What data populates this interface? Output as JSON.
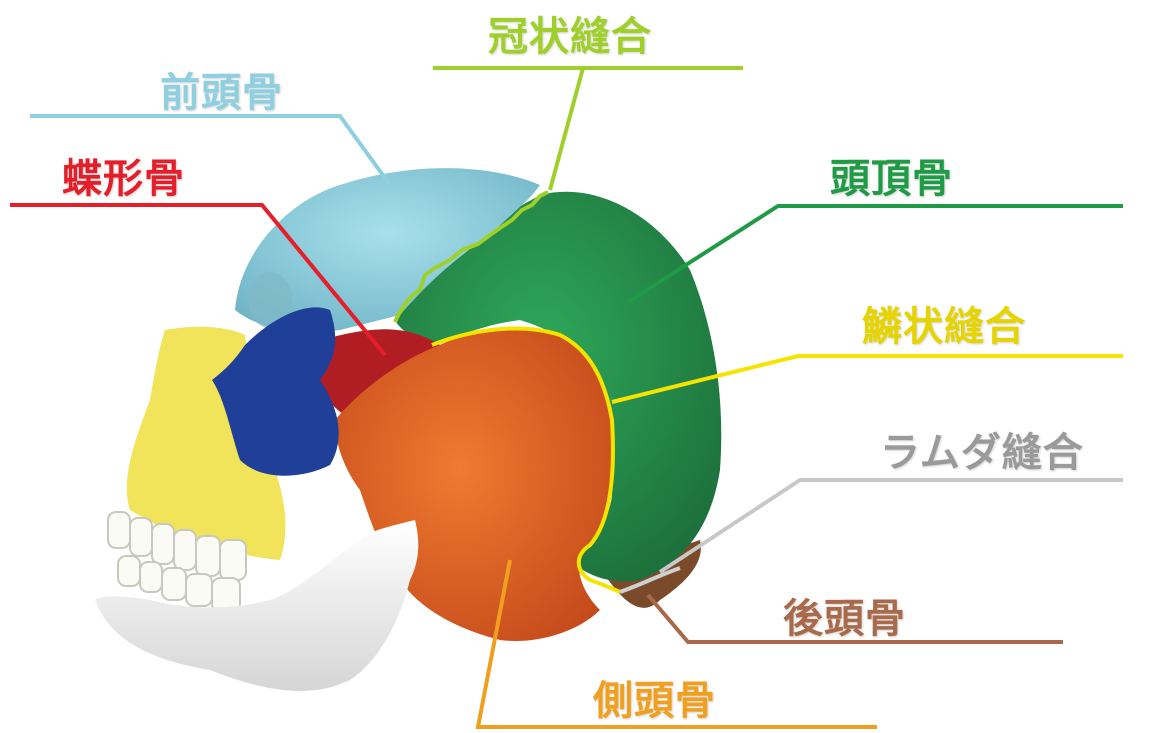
{
  "labels": {
    "coronal_suture": "冠状縫合",
    "frontal_bone": "前頭骨",
    "sphenoid_bone": "蝶形骨",
    "parietal_bone": "頭頂骨",
    "squamosal_suture": "鱗状縫合",
    "lambdoid_suture": "ラムダ縫合",
    "occipital_bone": "後頭骨",
    "temporal_bone": "側頭骨"
  },
  "colors": {
    "coronal_suture": "#9fd02a",
    "frontal_bone": "#8ecfe0",
    "sphenoid_bone": "#e51e2a",
    "parietal_bone": "#1f9a45",
    "squamosal_suture": "#e6d400",
    "lambdoid_suture": "#c8c8c8",
    "occipital_bone": "#a86a4a",
    "temporal_bone": "#f0a01e"
  }
}
